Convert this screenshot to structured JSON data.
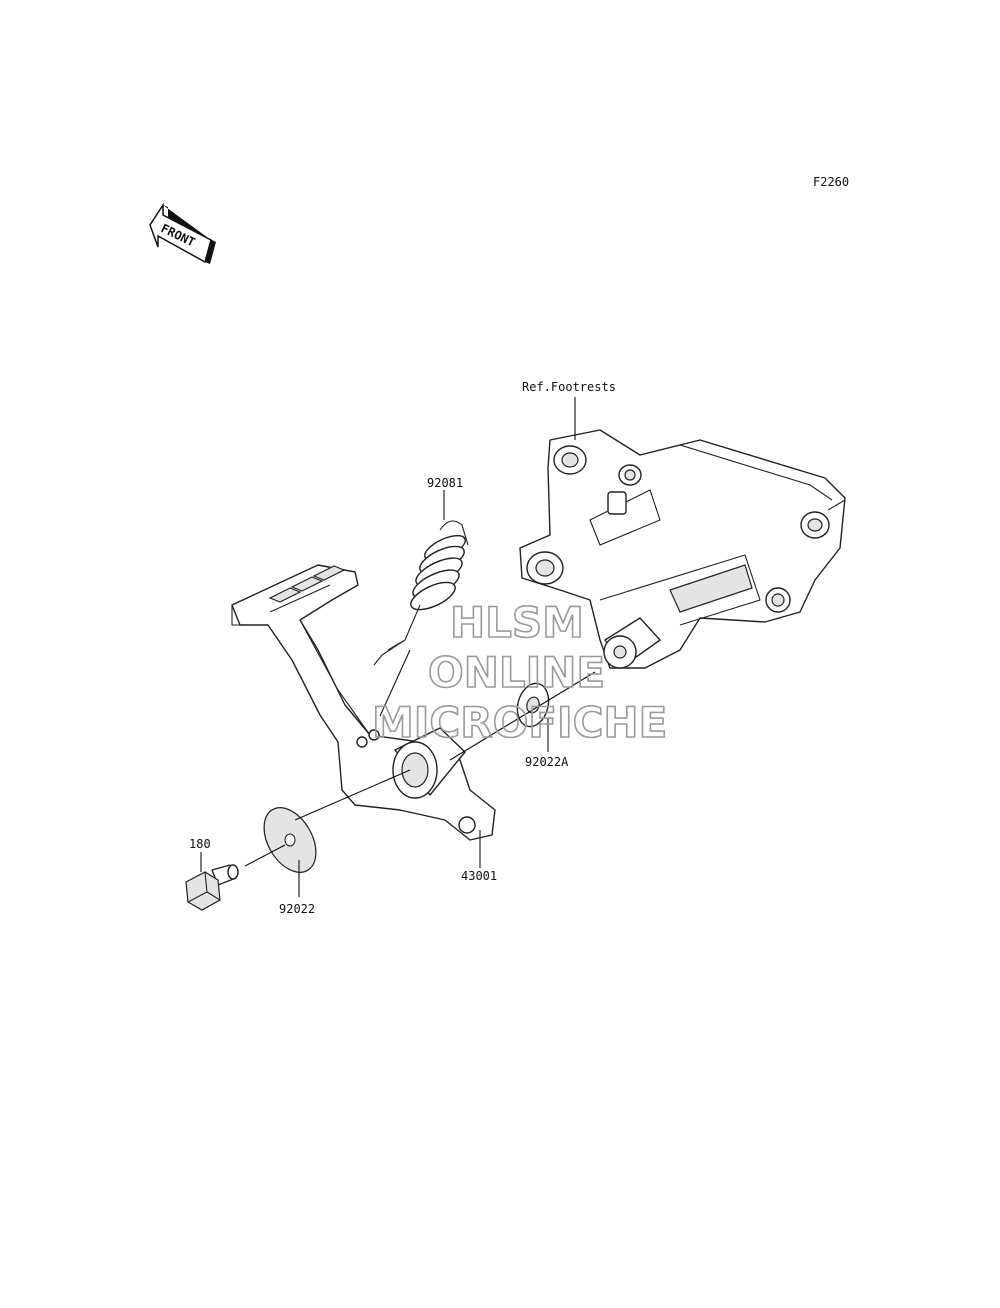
{
  "diagram": {
    "figure_code": "F2260",
    "front_label": "FRONT",
    "ref_label": "Ref.Footrests",
    "parts": {
      "spring": "92081",
      "washer_a": "92022A",
      "pedal": "43001",
      "bolt": "180",
      "washer": "92022"
    },
    "watermark": [
      "HLSM",
      "ONLINE",
      "MICROFICHE"
    ]
  }
}
